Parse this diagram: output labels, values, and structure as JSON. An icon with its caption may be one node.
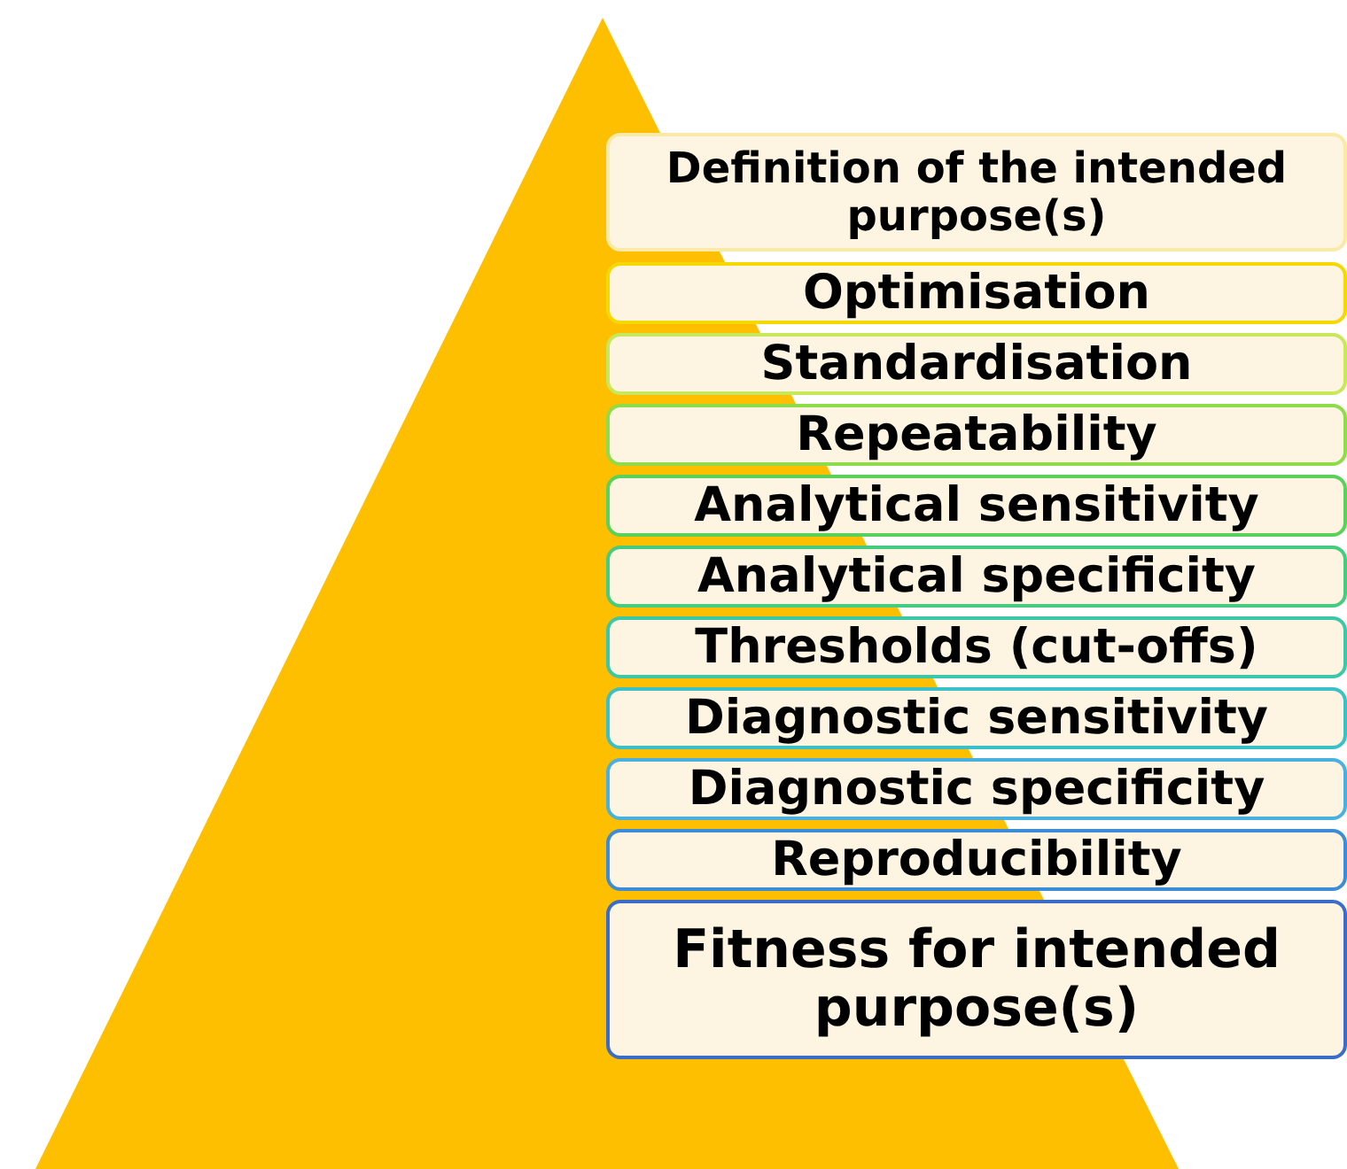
{
  "diagram": {
    "nodes": [
      {
        "text": [
          "Definition of the intended purpose(s)"
        ]
      },
      {
        "text": [
          "Optimisation"
        ]
      },
      {
        "text": [
          "Standardisation"
        ]
      },
      {
        "text": [
          "Repeatability"
        ]
      },
      {
        "text": [
          "Analytical sensitivity"
        ]
      },
      {
        "text": [
          "Analytical specificity"
        ]
      },
      {
        "text": [
          "Thresholds (cut-offs)"
        ]
      },
      {
        "text": [
          "Diagnostic sensitivity"
        ]
      },
      {
        "text": [
          "Diagnostic specificity"
        ]
      },
      {
        "text": [
          "Reproducibility"
        ]
      },
      {
        "text": [
          "Fitness for intended purpose(s)"
        ]
      }
    ]
  }
}
